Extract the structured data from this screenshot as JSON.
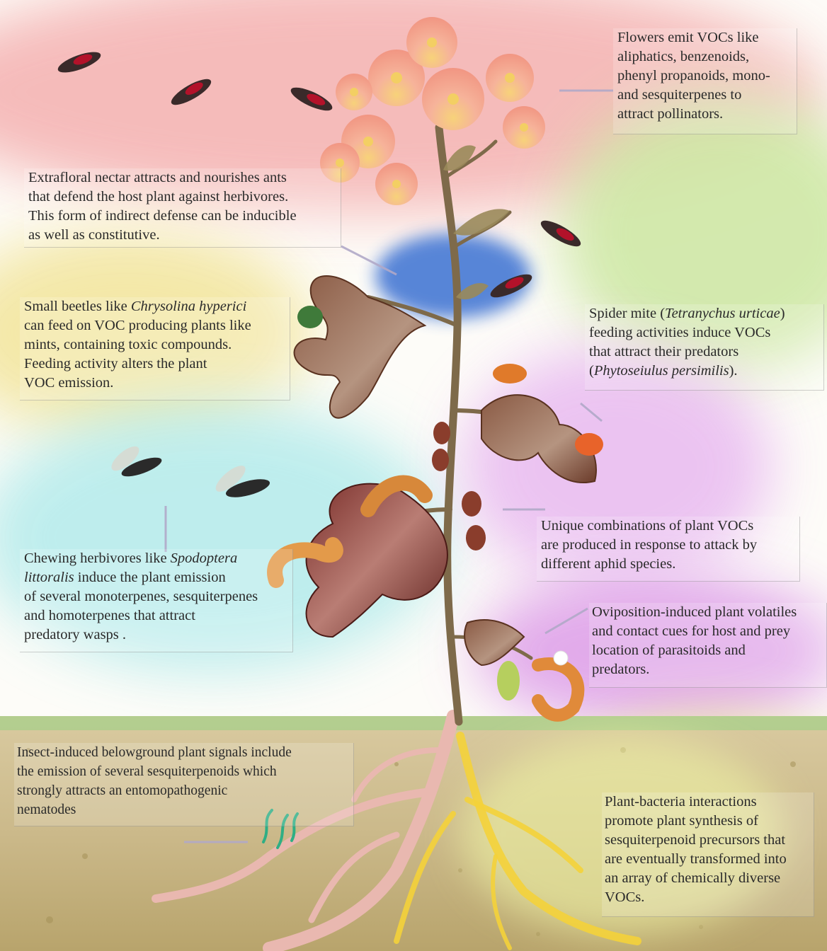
{
  "captions": {
    "flowers": {
      "lines": [
        "Flowers emit VOCs like",
        "aliphatics, benzenoids,",
        "phenyl propanoids, mono-",
        "and sesquiterpenes to",
        "attract pollinators."
      ]
    },
    "nectar": {
      "lines": [
        "Extrafloral nectar attracts and nourishes ants",
        "that defend the host plant against herbivores.",
        "This form of indirect defense can be inducible",
        "as well as constitutive."
      ]
    },
    "beetles": {
      "l1_pre": "Small beetles like ",
      "l1_italic": "Chrysolina hyperici",
      "l2": "can feed on VOC producing plants like",
      "l3": "mints, containing toxic compounds.",
      "l4": "Feeding activity alters the plant",
      "l5": "VOC emission."
    },
    "spider_mite": {
      "l1_pre": "Spider mite (",
      "l1_italic": "Tetranychus urticae",
      "l1_post": ")",
      "l2": "feeding activities induce VOCs",
      "l3": "that attract their predators",
      "l4_pre": "(",
      "l4_italic": "Phytoseiulus persimilis",
      "l4_post": ")."
    },
    "aphids": {
      "lines": [
        "Unique combinations of plant VOCs",
        "are produced in response to attack by",
        "different aphid species."
      ]
    },
    "chewing": {
      "l1_pre": "Chewing herbivores like ",
      "l1_italic": "Spodoptera",
      "l2_italic": "littoralis",
      "l2_post": " induce the plant emission",
      "l3": "of several monoterpenes, sesquiterpenes",
      "l4": "and homoterpenes that attract",
      "l5": "predatory wasps ."
    },
    "oviposition": {
      "lines": [
        "Oviposition-induced plant volatiles",
        "and contact cues for host and prey",
        "location of parasitoids and",
        "predators."
      ]
    },
    "belowground": {
      "lines": [
        "Insect-induced belowground plant signals include",
        "the emission of several sesquiterpenoids which",
        "strongly attracts an entomopathogenic",
        "nematodes"
      ]
    },
    "bacteria": {
      "lines": [
        "Plant-bacteria interactions",
        "promote plant synthesis of",
        "sesquiterpenoid precursors that",
        "are eventually transformed into",
        "an array of chemically diverse",
        "VOCs."
      ]
    }
  },
  "colors": {
    "sky_pink": "#f4b0b0",
    "green_haze": "#cfe8a6",
    "yellow_haze": "#f3e6a0",
    "cyan_haze": "#b8ecec",
    "violet_haze": "#e7b6f0",
    "nectar_blue": "#4f7fd6",
    "soil": "#c8b46e",
    "stem": "#7e6a4a",
    "leaf": "#7a4a35",
    "flower": "#f4a58a",
    "moth_red": "#b3122a"
  }
}
